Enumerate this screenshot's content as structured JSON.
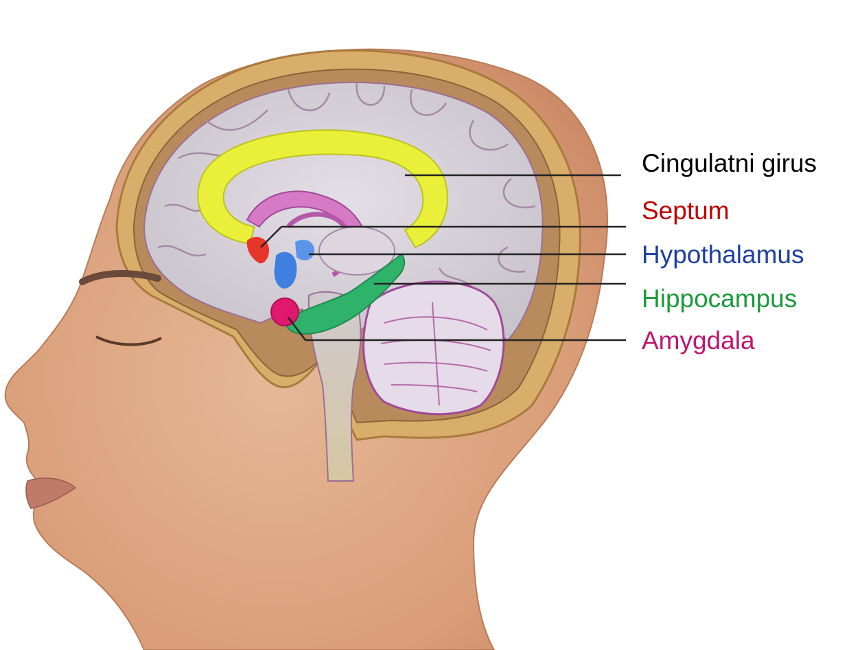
{
  "labels": [
    {
      "id": "cingulate",
      "text": "Cingulatni girus",
      "color": "#000000"
    },
    {
      "id": "septum",
      "text": "Septum",
      "color": "#c00000"
    },
    {
      "id": "hypothalamus",
      "text": "Hypothalamus",
      "color": "#1f3f9f"
    },
    {
      "id": "hippocampus",
      "text": "Hippocampus",
      "color": "#1a9a3a"
    },
    {
      "id": "amygdala",
      "text": "Amygdala",
      "color": "#c0146e"
    }
  ],
  "structure_colors": {
    "cingulate_gyrus": "#eaf03a",
    "septum": "#e8352a",
    "hypothalamus": "#3f7fe0",
    "hippocampus": "#2fb36a",
    "amygdala": "#e0186e"
  }
}
